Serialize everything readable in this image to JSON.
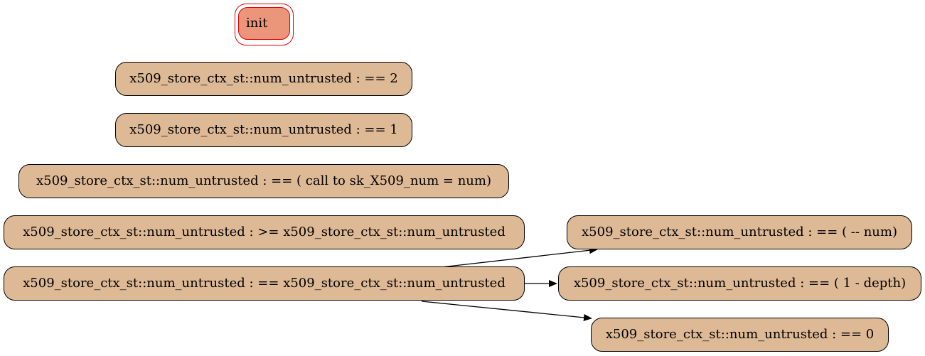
{
  "graph": {
    "init": "init",
    "nodes": [
      "x509_store_ctx_st::num_untrusted : == 2",
      "x509_store_ctx_st::num_untrusted : == 1",
      "x509_store_ctx_st::num_untrusted : == ( call to sk_X509_num = num)",
      "x509_store_ctx_st::num_untrusted : >= x509_store_ctx_st::num_untrusted",
      "x509_store_ctx_st::num_untrusted : == x509_store_ctx_st::num_untrusted",
      "x509_store_ctx_st::num_untrusted : == ( -- num)",
      "x509_store_ctx_st::num_untrusted : == ( 1 - depth)",
      "x509_store_ctx_st::num_untrusted : == 0"
    ],
    "edges": [
      {
        "from": "x509_store_ctx_st::num_untrusted : == x509_store_ctx_st::num_untrusted",
        "to": "x509_store_ctx_st::num_untrusted : == ( -- num)"
      },
      {
        "from": "x509_store_ctx_st::num_untrusted : == x509_store_ctx_st::num_untrusted",
        "to": "x509_store_ctx_st::num_untrusted : == ( 1 - depth)"
      },
      {
        "from": "x509_store_ctx_st::num_untrusted : == x509_store_ctx_st::num_untrusted",
        "to": "x509_store_ctx_st::num_untrusted : == 0"
      }
    ]
  }
}
